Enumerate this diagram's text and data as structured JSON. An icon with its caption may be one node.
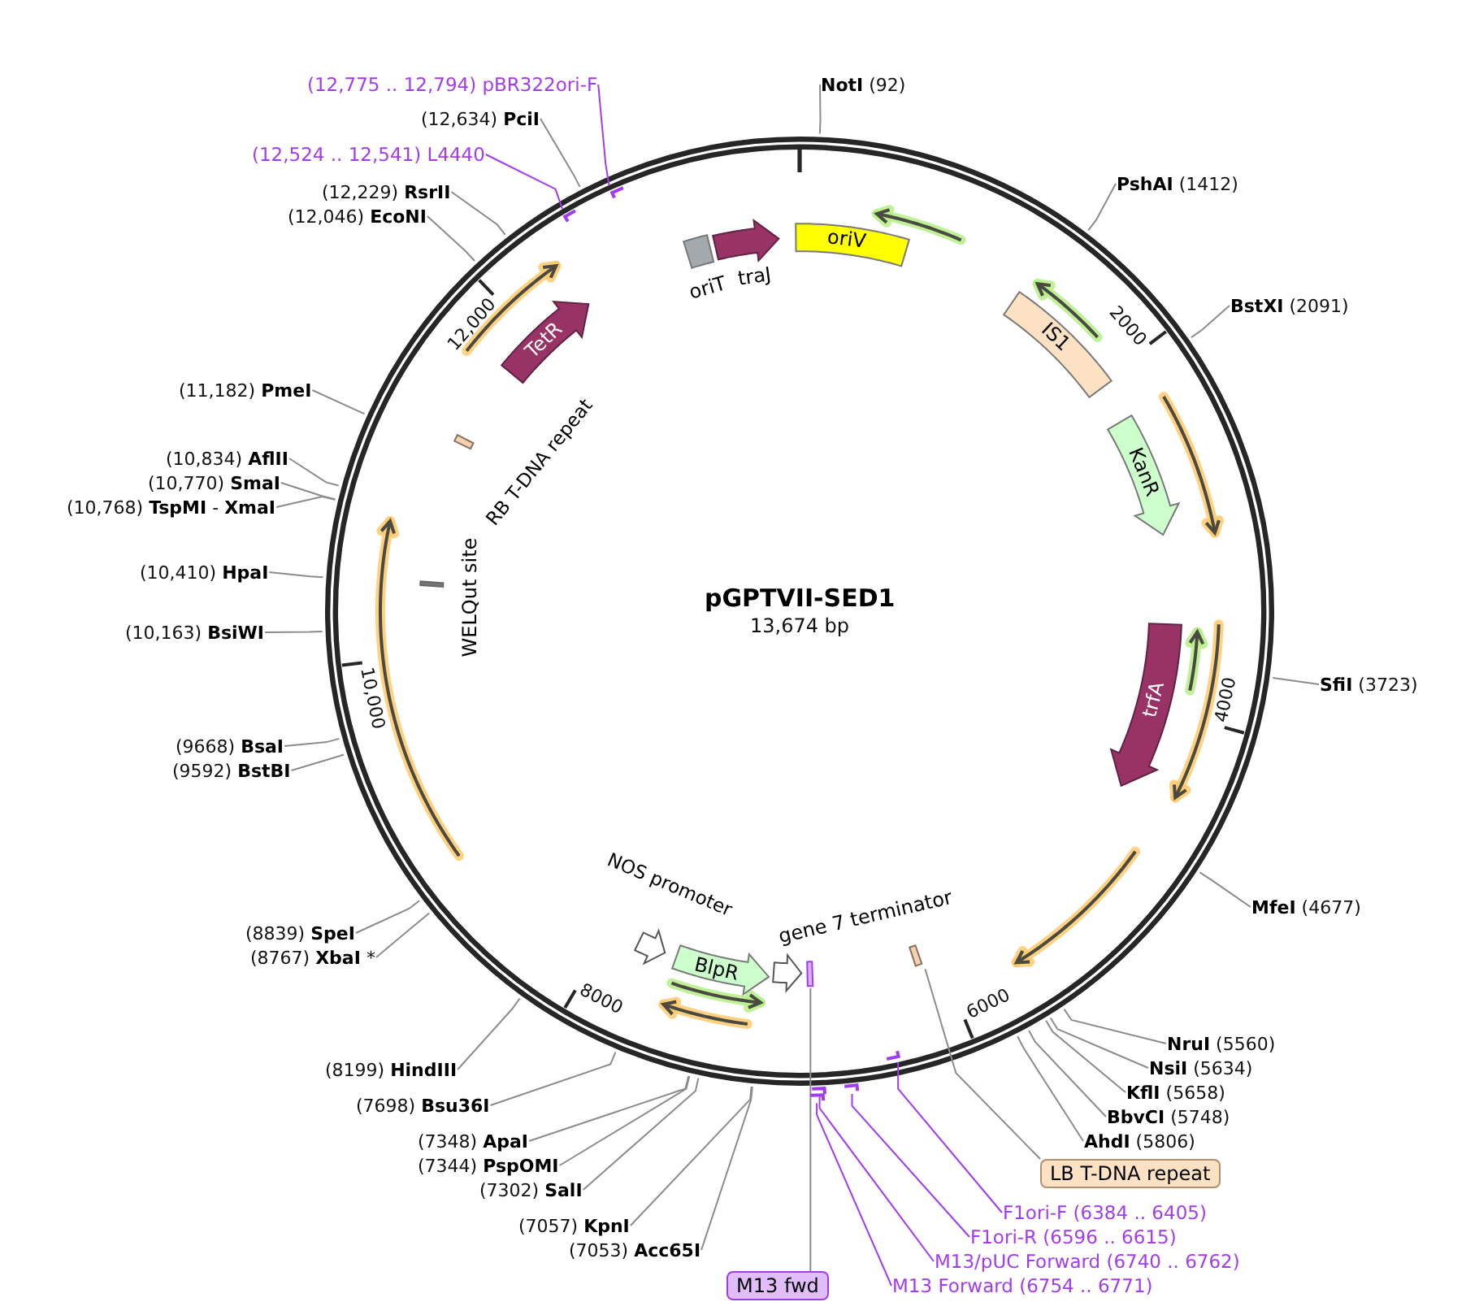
{
  "diagram": {
    "title": "pGPTVII-SED1",
    "nodes": [
      {
        "text": [
          "(12,775 .. 12,794) pBR322ori-F"
        ]
      },
      {
        "text": [
          "**NotI** (92)"
        ]
      },
      {
        "text": [
          "(12,634) **PciI**"
        ]
      },
      {
        "text": [
          "(12,524 .. 12,541) L4440"
        ]
      },
      {
        "text": [
          "**PshAI** (1412)"
        ]
      },
      {
        "text": [
          "(12,229) **RsrII**"
        ]
      },
      {
        "text": [],
        "shape": "bar"
      },
      {
        "text": [
          "(12,046) **EcoNI**"
        ]
      },
      {
        "text": [],
        "shape": "bar"
      },
      {
        "text": [
          "oriV"
        ]
      },
      {
        "text": [
          "traJ"
        ]
      },
      {
        "text": [
          "oriT"
        ]
      },
      {
        "text": [
          "**BstXI** (2091)"
        ]
      },
      {
        "text": [
          "TetR"
        ]
      },
      {
        "text": [
          "IS1"
        ]
      },
      {
        "text": [
          "RB T-DNA repeat"
        ]
      },
      {
        "text": [
          "(11,182) **PmeI**"
        ]
      },
      {
        "text": [
          "KanR"
        ]
      },
      {
        "text": [
          "(10,834) **AflII**"
        ]
      },
      {
        "text": [
          "(10,770) **SmaI**"
        ]
      },
      {
        "text": [
          "(10,768) **TspMI** - **XmaI**"
        ]
      },
      {
        "text": [
          "WELQut site"
        ]
      },
      {
        "text": [
          "(10,410) **HpaI**"
        ]
      },
      {
        "text": [
          "trfA"
        ]
      },
      {
        "text": [
          "(10,163) **BsiWI**"
        ]
      },
      {
        "text": [
          "**SfiI** (3723)"
        ]
      },
      {
        "text": [
          "(9668) **BsaI**"
        ]
      },
      {
        "text": [
          "(9592) **BstBI**"
        ]
      },
      {
        "text": [
          "**MfeI** (4677)"
        ]
      },
      {
        "text": [
          "NOS promoter"
        ]
      },
      {
        "text": [
          "gene 7 terminator"
        ]
      },
      {
        "text": [
          "BlpR"
        ]
      },
      {
        "text": [
          "(8839) **SpeI**"
        ]
      },
      {
        "text": [
          "(8767) **XbaI** *"
        ]
      },
      {
        "text": [],
        "shape": "box"
      },
      {
        "text": [],
        "shape": "box"
      },
      {
        "text": [
          "**NruI** (5560)"
        ]
      },
      {
        "text": [],
        "shape": "bar"
      },
      {
        "text": [
          "**NsiI** (5634)"
        ]
      },
      {
        "text": [
          "(8199) **HindIII**"
        ]
      },
      {
        "text": [],
        "shape": "bar"
      },
      {
        "text": [],
        "shape": "bar"
      },
      {
        "text": [],
        "shape": "bar"
      },
      {
        "text": [
          "**KflI** (5658)"
        ]
      },
      {
        "text": [
          "(7698) **Bsu36I**"
        ]
      },
      {
        "text": [
          "**BbvCI** (5748)"
        ]
      },
      {
        "text": [
          "(7348) **ApaI**"
        ]
      },
      {
        "text": [
          "**AhdI** (5806)"
        ]
      },
      {
        "text": [
          "LB T-DNA repeat"
        ]
      },
      {
        "text": [
          "(7344) **PspOMI**"
        ]
      },
      {
        "text": [
          "(7302) **SalI**"
        ]
      },
      {
        "text": [
          "F1ori-F (6384 .. 6405)"
        ]
      },
      {
        "text": [
          "(7057) **KpnI**"
        ]
      },
      {
        "text": [
          "F1ori-R (6596 .. 6615)"
        ]
      },
      {
        "text": [
          "(7053) **Acc65I**"
        ]
      },
      {
        "text": [
          "M13/pUC Forward (6740 .. 6762)"
        ]
      },
      {
        "text": [
          "M13 fwd"
        ]
      },
      {
        "text": [
          "M13 Forward (6754 .. 6771)"
        ]
      }
    ],
    "edges": [
      {
        "from": 0,
        "to": 6,
        "arrow": "none",
        "color": "#a33bf0"
      },
      {
        "from": 1,
        "to": null,
        "arrow": "none"
      },
      {
        "from": 2,
        "to": null,
        "arrow": "none"
      },
      {
        "from": 3,
        "to": 8,
        "arrow": "none",
        "color": "#a33bf0"
      },
      {
        "from": 4,
        "to": null,
        "arrow": "none"
      },
      {
        "from": 5,
        "to": null,
        "arrow": "none"
      },
      {
        "from": 7,
        "to": null,
        "arrow": "none"
      },
      {
        "from": 12,
        "to": null,
        "arrow": "none"
      },
      {
        "from": 16,
        "to": null,
        "arrow": "none"
      },
      {
        "from": 18,
        "to": null,
        "arrow": "none"
      },
      {
        "from": 19,
        "to": null,
        "arrow": "none"
      },
      {
        "from": 20,
        "to": null,
        "arrow": "none"
      },
      {
        "from": 22,
        "to": null,
        "arrow": "none"
      },
      {
        "from": 24,
        "to": null,
        "arrow": "none"
      },
      {
        "from": 25,
        "to": null,
        "arrow": "none"
      },
      {
        "from": 26,
        "to": null,
        "arrow": "none"
      },
      {
        "from": 27,
        "to": null,
        "arrow": "none"
      },
      {
        "from": 28,
        "to": null,
        "arrow": "none"
      },
      {
        "from": 32,
        "to": null,
        "arrow": "none"
      },
      {
        "from": 33,
        "to": null,
        "arrow": "none"
      },
      {
        "from": 36,
        "to": null,
        "arrow": "none"
      },
      {
        "from": 38,
        "to": null,
        "arrow": "none"
      },
      {
        "from": 39,
        "to": null,
        "arrow": "none"
      },
      {
        "from": 43,
        "to": null,
        "arrow": "none"
      },
      {
        "from": 44,
        "to": null,
        "arrow": "none"
      },
      {
        "from": 45,
        "to": null,
        "arrow": "none"
      },
      {
        "from": 46,
        "to": null,
        "arrow": "none"
      },
      {
        "from": 47,
        "to": null,
        "arrow": "none"
      },
      {
        "from": 48,
        "to": 34,
        "arrow": "none"
      },
      {
        "from": 49,
        "to": null,
        "arrow": "none"
      },
      {
        "from": 50,
        "to": null,
        "arrow": "none"
      },
      {
        "from": 51,
        "to": 37,
        "arrow": "none",
        "color": "#a33bf0"
      },
      {
        "from": 52,
        "to": null,
        "arrow": "none"
      },
      {
        "from": 53,
        "to": 42,
        "arrow": "none",
        "color": "#a33bf0"
      },
      {
        "from": 54,
        "to": null,
        "arrow": "none"
      },
      {
        "from": 55,
        "to": 40,
        "arrow": "none",
        "color": "#a33bf0"
      },
      {
        "from": 56,
        "to": 35,
        "arrow": "none"
      },
      {
        "from": 57,
        "to": 41,
        "arrow": "none",
        "color": "#a33bf0"
      }
    ],
    "labels": [
      "12,000",
      "2000",
      "13,674 bp",
      "10,000",
      "4000",
      "6000",
      "8000"
    ]
  }
}
